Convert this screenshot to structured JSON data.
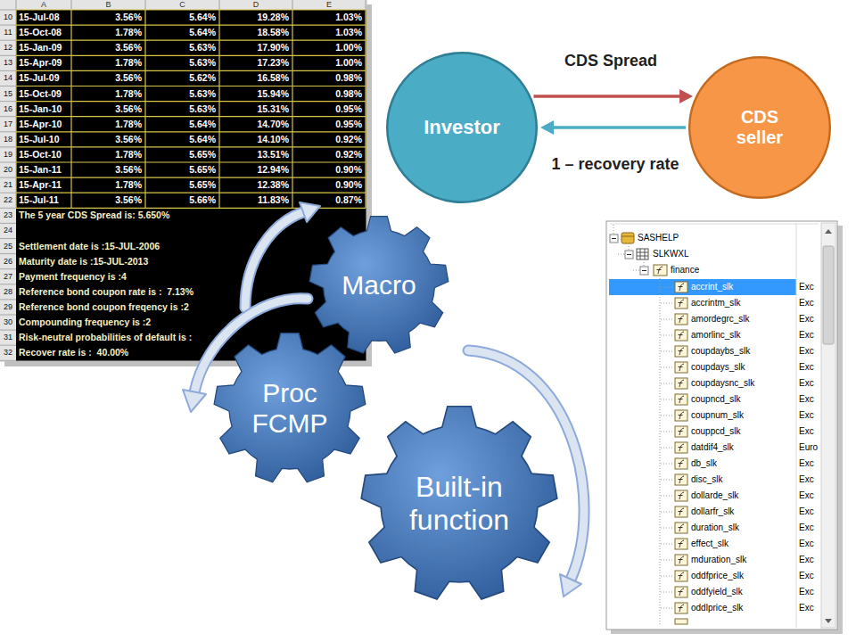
{
  "diagram": {
    "nodes": [
      {
        "text": [
          "Investor"
        ]
      },
      {
        "text": [
          "CDS seller"
        ]
      },
      {
        "text": [
          "Macro"
        ]
      },
      {
        "text": [
          "Proc FCMP"
        ]
      },
      {
        "text": [
          "Built-in function"
        ]
      }
    ],
    "edges": [
      {
        "from": 0,
        "to": 1,
        "label": "CDS Spread",
        "arrow": "to"
      },
      {
        "from": 1,
        "to": 0,
        "label": "1 – recovery rate",
        "arrow": "to"
      }
    ],
    "labels": [
      "A",
      "B",
      "C",
      "D",
      "E",
      "10",
      "15-Jul-08",
      "3.56%",
      "5.64%",
      "19.28%",
      "1.03%",
      "11",
      "15-Oct-08",
      "1.78%",
      "5.64%",
      "18.58%",
      "1.03%",
      "12",
      "15-Jan-09",
      "3.56%",
      "5.63%",
      "17.90%",
      "1.00%",
      "13",
      "15-Apr-09",
      "1.78%",
      "5.63%",
      "17.23%",
      "1.00%",
      "14",
      "15-Jul-09",
      "3.56%",
      "5.62%",
      "16.58%",
      "0.98%",
      "15",
      "15-Oct-09",
      "1.78%",
      "5.63%",
      "15.94%",
      "0.98%",
      "16",
      "15-Jan-10",
      "3.56%",
      "5.63%",
      "15.31%",
      "0.95%",
      "17",
      "15-Apr-10",
      "1.78%",
      "5.64%",
      "14.70%",
      "0.95%",
      "18",
      "15-Jul-10",
      "3.56%",
      "5.64%",
      "14.10%",
      "0.92%",
      "19",
      "15-Oct-10",
      "1.78%",
      "5.65%",
      "13.51%",
      "0.92%",
      "20",
      "15-Jan-11",
      "3.56%",
      "5.65%",
      "12.94%",
      "0.90%",
      "21",
      "15-Apr-11",
      "1.78%",
      "5.65%",
      "12.38%",
      "0.90%",
      "22",
      "15-Jul-11",
      "3.56%",
      "5.66%",
      "11.83%",
      "0.87%",
      "23",
      "The 5 year CDS Spread is: 5.650%",
      "24",
      "25",
      "Settlement date is :15-JUL-2006",
      "26",
      "Maturity date is :15-JUL-2013",
      "27",
      "Payment frequency is :4",
      "28",
      "Reference bond coupon rate is :  7.13%",
      "29",
      "Reference bond coupon freqency is :2",
      "30",
      "Compounding frequency is :2",
      "31",
      "Risk-neutral probabilities of default is :",
      "32",
      "Recover rate is :  40.00%",
      "SASHELP",
      "SLKWXL",
      "finance",
      "accrint_slk",
      "Exc",
      "accrintm_slk",
      "Exc",
      "amordegrc_slk",
      "Exc",
      "amorlinc_slk",
      "Exc",
      "coupdaybs_slk",
      "Exc",
      "coupdays_slk",
      "Exc",
      "coupdaysnc_slk",
      "Exc",
      "coupncd_slk",
      "Exc",
      "coupnum_slk",
      "Exc",
      "couppcd_slk",
      "Exc",
      "datdif4_slk",
      "Euro",
      "db_slk",
      "Exc",
      "disc_slk",
      "Exc",
      "dollarde_slk",
      "Exc",
      "dollarfr_slk",
      "Exc",
      "duration_slk",
      "Exc",
      "effect_slk",
      "Exc",
      "mduration_slk",
      "Exc",
      "oddfprice_slk",
      "Exc",
      "oddfyield_slk",
      "Exc",
      "oddlprice_slk",
      "Exc"
    ]
  }
}
